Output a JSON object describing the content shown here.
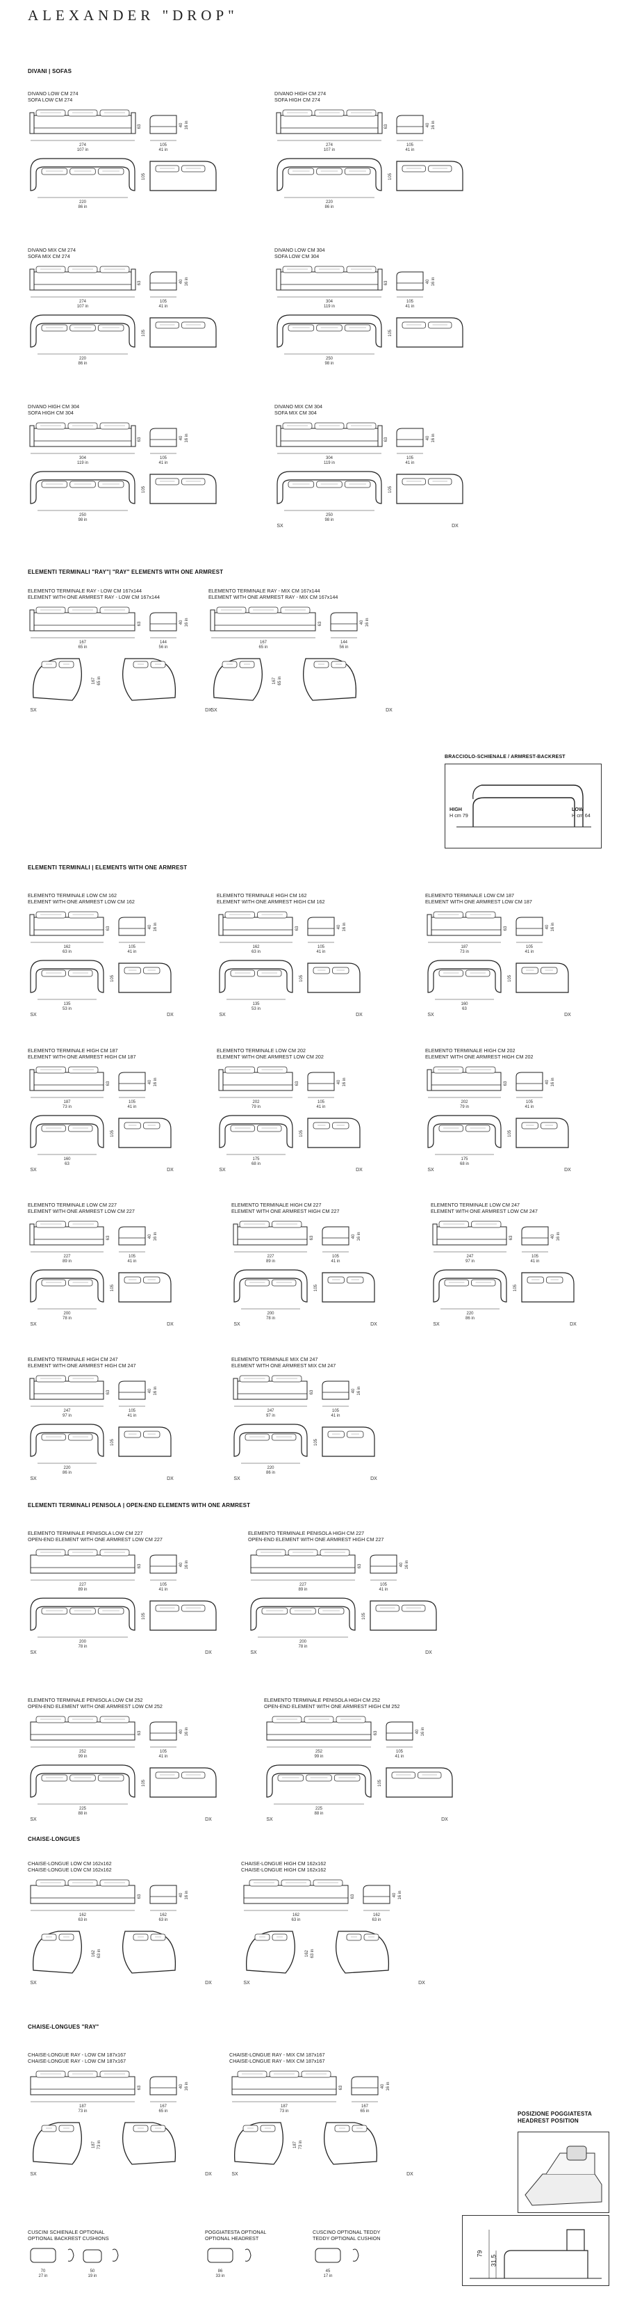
{
  "title": "ALEXANDER \"DROP\"",
  "sections": {
    "sofas": "DIVANI | SOFAS",
    "ray": "ELEMENTI TERMINALI \"RAY\"| \"RAY\" ELEMENTS WITH ONE ARMREST",
    "armrest": "BRACCIOLO-SCHIENALE / ARMREST-BACKREST",
    "terminal": "ELEMENTI TERMINALI | ELEMENTS WITH ONE ARMREST",
    "peninsula": "ELEMENTI TERMINALI PENISOLA | OPEN-END ELEMENTS WITH ONE ARMREST",
    "chaise": "CHAISE-LONGUES",
    "chaise_ray": "CHAISE-LONGUES \"RAY\"",
    "headrest": "POSIZIONE POGGIATESTA HEADREST POSITION"
  },
  "armrest_box": {
    "high": "HIGH",
    "high_cm": "H cm 79",
    "low": "LOW",
    "low_cm": "H cm 64"
  },
  "headrest_dims": [
    "79",
    "31,5"
  ],
  "items": [
    {
      "l1": "DIVANO LOW CM 274",
      "l2": "SOFA LOW CM 274",
      "w": "274",
      "wi": "107 in",
      "d": "105",
      "di": "41 in",
      "ld": "220",
      "ldi": "86 in",
      "cols": 2,
      "var": "sofa"
    },
    {
      "l1": "DIVANO HIGH CM 274",
      "l2": "SOFA HIGH CM 274",
      "w": "274",
      "wi": "107 in",
      "d": "105",
      "di": "41 in",
      "ld": "220",
      "ldi": "86 in",
      "cols": 2,
      "var": "sofa"
    },
    {
      "l1": "DIVANO MIX CM 274",
      "l2": "SOFA MIX CM 274",
      "w": "274",
      "wi": "107 in",
      "d": "105",
      "di": "41 in",
      "ld": "220",
      "ldi": "86 in",
      "cols": 2,
      "var": "split"
    },
    {
      "l1": "DIVANO LOW CM 304",
      "l2": "SOFA LOW CM 304",
      "w": "304",
      "wi": "119 in",
      "d": "105",
      "di": "41 in",
      "ld": "250",
      "ldi": "98 in",
      "cols": 2,
      "var": "split"
    },
    {
      "l1": "DIVANO HIGH CM 304",
      "l2": "SOFA HIGH CM 304",
      "w": "304",
      "wi": "119 in",
      "d": "105",
      "di": "41 in",
      "ld": "250",
      "ldi": "98 in",
      "cols": 2,
      "var": "sofa"
    },
    {
      "l1": "DIVANO MIX CM 304",
      "l2": "SOFA MIX CM 304",
      "w": "304",
      "wi": "119 in",
      "d": "105",
      "di": "41 in",
      "ld": "250",
      "ldi": "98 in",
      "cols": 2,
      "var": "split",
      "sx": "SX",
      "dx": "DX"
    },
    {
      "l1": "ELEMENTO TERMINALE RAY - LOW CM 167x144",
      "l2": "ELEMENT WITH ONE ARMREST RAY - LOW CM 167x144",
      "w": "167",
      "wi": "65 in",
      "d": "144",
      "di": "56 in",
      "ld": "",
      "ldi": "",
      "cols": 2,
      "var": "ray",
      "sx": "SX",
      "dx": "DX"
    },
    {
      "l1": "ELEMENTO TERMINALE RAY - MIX CM 167x144",
      "l2": "ELEMENT WITH ONE ARMREST RAY - MIX CM 167x144",
      "w": "167",
      "wi": "65 in",
      "d": "144",
      "di": "56 in",
      "ld": "",
      "ldi": "",
      "cols": 2,
      "var": "ray",
      "sx": "SX",
      "dx": "DX"
    },
    {
      "l1": "ELEMENTO TERMINALE LOW CM 162",
      "l2": "ELEMENT WITH ONE ARMREST LOW CM 162",
      "w": "162",
      "wi": "63 in",
      "d": "105",
      "di": "41 in",
      "ld": "135",
      "ldi": "53 in",
      "cols": 3,
      "var": "term",
      "sx": "SX",
      "dx": "DX"
    },
    {
      "l1": "ELEMENTO TERMINALE HIGH CM 162",
      "l2": "ELEMENT WITH ONE ARMREST HIGH CM 162",
      "w": "162",
      "wi": "63 in",
      "d": "105",
      "di": "41 in",
      "ld": "135",
      "ldi": "53 in",
      "cols": 3,
      "var": "term",
      "sx": "SX",
      "dx": "DX"
    },
    {
      "l1": "ELEMENTO TERMINALE LOW CM 187",
      "l2": "ELEMENT WITH ONE ARMREST LOW CM 187",
      "w": "187",
      "wi": "73 in",
      "d": "105",
      "di": "41 in",
      "ld": "160",
      "ldi": "63",
      "cols": 3,
      "var": "term",
      "sx": "SX",
      "dx": "DX"
    },
    {
      "l1": "ELEMENTO TERMINALE HIGH CM 187",
      "l2": "ELEMENT WITH ONE ARMREST HIGH CM 187",
      "w": "187",
      "wi": "73 in",
      "d": "105",
      "di": "41 in",
      "ld": "160",
      "ldi": "63",
      "cols": 3,
      "var": "term",
      "sx": "SX",
      "dx": "DX"
    },
    {
      "l1": "ELEMENTO TERMINALE LOW CM 202",
      "l2": "ELEMENT WITH ONE ARMREST LOW CM 202",
      "w": "202",
      "wi": "79 in",
      "d": "105",
      "di": "41 in",
      "ld": "175",
      "ldi": "68 in",
      "cols": 3,
      "var": "term",
      "sx": "SX",
      "dx": "DX"
    },
    {
      "l1": "ELEMENTO TERMINALE HIGH CM 202",
      "l2": "ELEMENT WITH ONE ARMREST HIGH CM 202",
      "w": "202",
      "wi": "79 in",
      "d": "105",
      "di": "41 in",
      "ld": "175",
      "ldi": "68 in",
      "cols": 3,
      "var": "term",
      "sx": "SX",
      "dx": "DX"
    },
    {
      "l1": "ELEMENTO TERMINALE LOW CM 227",
      "l2": "ELEMENT WITH ONE ARMREST LOW CM 227",
      "w": "227",
      "wi": "89 in",
      "d": "105",
      "di": "41 in",
      "ld": "200",
      "ldi": "78 in",
      "cols": 3,
      "var": "term",
      "sx": "SX",
      "dx": "DX"
    },
    {
      "l1": "ELEMENTO TERMINALE HIGH CM 227",
      "l2": "ELEMENT WITH ONE ARMREST HIGH CM 227",
      "w": "227",
      "wi": "89 in",
      "d": "105",
      "di": "41 in",
      "ld": "200",
      "ldi": "78 in",
      "cols": 3,
      "var": "term",
      "sx": "SX",
      "dx": "DX"
    },
    {
      "l1": "ELEMENTO TERMINALE LOW CM 247",
      "l2": "ELEMENT WITH ONE ARMREST LOW CM 247",
      "w": "247",
      "wi": "97 in",
      "d": "105",
      "di": "41 in",
      "ld": "220",
      "ldi": "86 in",
      "cols": 3,
      "var": "term",
      "sx": "SX",
      "dx": "DX"
    },
    {
      "l1": "ELEMENTO TERMINALE HIGH CM 247",
      "l2": "ELEMENT WITH ONE ARMREST HIGH CM 247",
      "w": "247",
      "wi": "97 in",
      "d": "105",
      "di": "41 in",
      "ld": "220",
      "ldi": "86 in",
      "cols": 3,
      "var": "term",
      "sx": "SX",
      "dx": "DX"
    },
    {
      "l1": "ELEMENTO TERMINALE MIX CM 247",
      "l2": "ELEMENT WITH ONE ARMREST MIX CM 247",
      "w": "247",
      "wi": "97 in",
      "d": "105",
      "di": "41 in",
      "ld": "220",
      "ldi": "86 in",
      "cols": 3,
      "var": "term",
      "sx": "SX",
      "dx": "DX"
    },
    {
      "l1": "ELEMENTO TERMINALE PENISOLA LOW CM 227",
      "l2": "OPEN-END ELEMENT WITH ONE ARMREST LOW CM 227",
      "w": "227",
      "wi": "89 in",
      "d": "105",
      "di": "41 in",
      "ld": "200",
      "ldi": "78 in",
      "cols": 2,
      "var": "pen",
      "sx": "SX",
      "dx": "DX"
    },
    {
      "l1": "ELEMENTO TERMINALE PENISOLA HIGH CM 227",
      "l2": "OPEN-END ELEMENT WITH ONE ARMREST HIGH CM 227",
      "w": "227",
      "wi": "89 in",
      "d": "105",
      "di": "41 in",
      "ld": "200",
      "ldi": "78 in",
      "cols": 2,
      "var": "pen",
      "sx": "SX",
      "dx": "DX"
    },
    {
      "l1": "ELEMENTO TERMINALE PENISOLA LOW CM 252",
      "l2": "OPEN-END ELEMENT WITH ONE ARMREST LOW CM 252",
      "w": "252",
      "wi": "99 in",
      "d": "105",
      "di": "41 in",
      "ld": "225",
      "ldi": "88 in",
      "cols": 2,
      "var": "pen",
      "sx": "SX",
      "dx": "DX"
    },
    {
      "l1": "ELEMENTO TERMINALE PENISOLA HIGH CM 252",
      "l2": "OPEN-END ELEMENT WITH ONE ARMREST HIGH CM 252",
      "w": "252",
      "wi": "99 in",
      "d": "105",
      "di": "41 in",
      "ld": "225",
      "ldi": "88 in",
      "cols": 2,
      "var": "pen",
      "sx": "SX",
      "dx": "DX"
    },
    {
      "l1": "CHAISE-LONGUE LOW CM 162x162",
      "l2": "CHAISE-LONGUE LOW CM 162x162",
      "w": "162",
      "wi": "63 in",
      "d": "162",
      "di": "63 in",
      "ld": "",
      "ldi": "",
      "cols": 2,
      "var": "chaise",
      "sx": "SX",
      "dx": "DX"
    },
    {
      "l1": "CHAISE-LONGUE HIGH CM 162x162",
      "l2": "CHAISE-LONGUE HIGH CM 162x162",
      "w": "162",
      "wi": "63 in",
      "d": "162",
      "di": "63 in",
      "ld": "",
      "ldi": "",
      "cols": 2,
      "var": "chaise",
      "sx": "SX",
      "dx": "DX"
    },
    {
      "l1": "CHAISE-LONGUE RAY - LOW CM 187x167",
      "l2": "CHAISE-LONGUE RAY - LOW CM 187x167",
      "w": "187",
      "wi": "73 in",
      "d": "167",
      "di": "65 in",
      "ld": "",
      "ldi": "",
      "cols": 2,
      "var": "chaise",
      "sx": "SX",
      "dx": "DX"
    },
    {
      "l1": "CHAISE-LONGUE RAY - MIX CM 187x167",
      "l2": "CHAISE-LONGUE RAY - MIX CM 187x167",
      "w": "187",
      "wi": "73 in",
      "d": "167",
      "di": "65 in",
      "ld": "",
      "ldi": "",
      "cols": 2,
      "var": "chaise",
      "sx": "SX",
      "dx": "DX"
    }
  ],
  "accessories": [
    {
      "l1": "CUSCINI SCHIENALE OPTIONAL",
      "l2": "OPTIONAL BACKREST CUSHIONS",
      "w": "70",
      "wi": "27 in",
      "w2": "50",
      "wi2": "19 in"
    },
    {
      "l1": "POGGIATESTA OPTIONAL",
      "l2": "OPTIONAL HEADREST",
      "w": "86",
      "wi": "33 in"
    },
    {
      "l1": "CUSCINO OPTIONAL TEDDY",
      "l2": "TEDDY OPTIONAL CUSHION",
      "w": "45",
      "wi": "17 in"
    }
  ]
}
